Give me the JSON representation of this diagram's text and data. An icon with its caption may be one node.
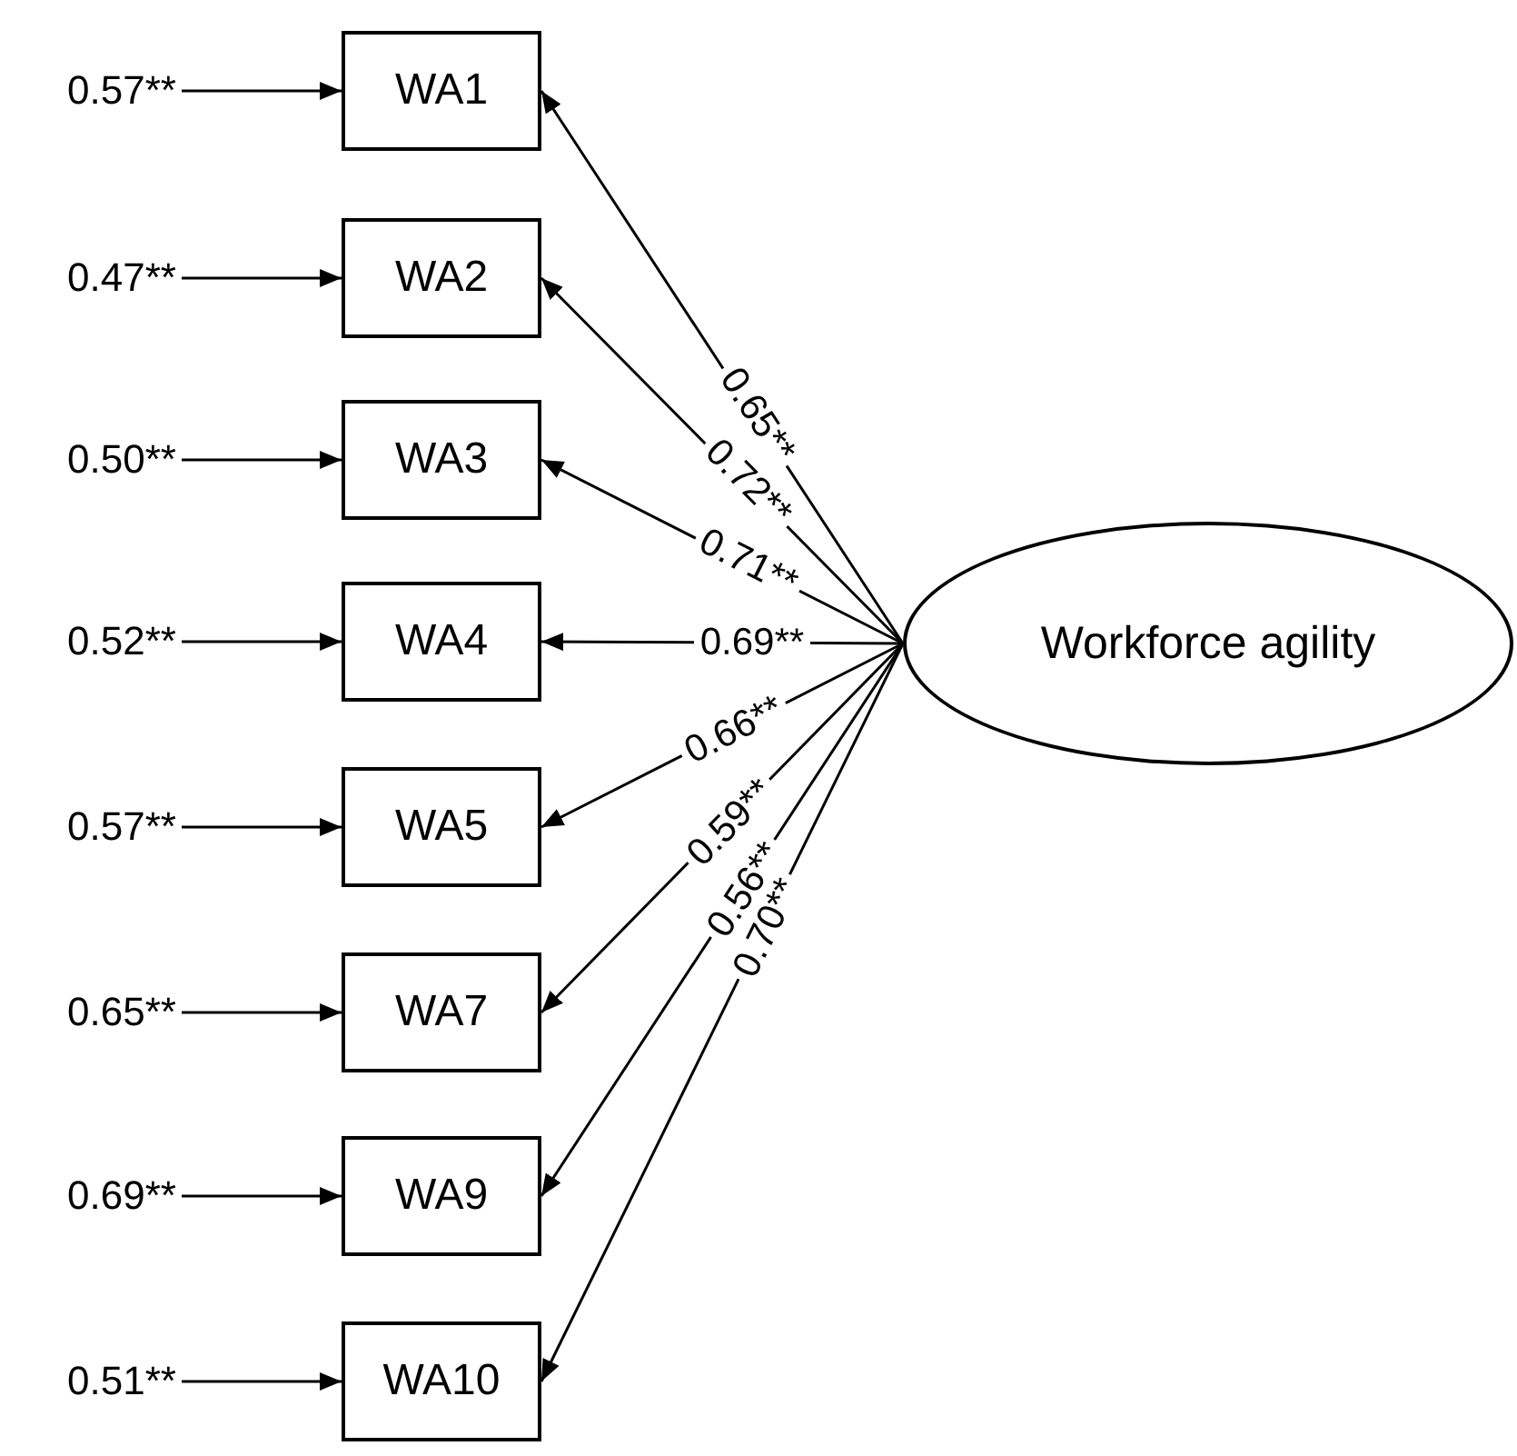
{
  "diagram": {
    "nodes": [
      {
        "text": [
          "0.57**"
        ]
      },
      {
        "text": [
          "WA1"
        ]
      },
      {
        "text": [
          "0.47**"
        ]
      },
      {
        "text": [
          "WA2"
        ]
      },
      {
        "text": [
          "0.50**"
        ]
      },
      {
        "text": [
          "WA3"
        ]
      },
      {
        "text": [
          "0.52**"
        ]
      },
      {
        "text": [
          "WA4"
        ]
      },
      {
        "text": [
          "0.57**"
        ]
      },
      {
        "text": [
          "WA5"
        ]
      },
      {
        "text": [
          "0.65**"
        ]
      },
      {
        "text": [
          "WA7"
        ]
      },
      {
        "text": [
          "0.69**"
        ]
      },
      {
        "text": [
          "WA9"
        ]
      },
      {
        "text": [
          "0.51**"
        ]
      },
      {
        "text": [
          "WA10"
        ]
      },
      {
        "text": [
          "Workforce agility"
        ]
      }
    ],
    "edges": [
      {
        "from": 0,
        "to": 1,
        "arrow": "to"
      },
      {
        "from": 2,
        "to": 3,
        "arrow": "to"
      },
      {
        "from": 4,
        "to": 5,
        "arrow": "to"
      },
      {
        "from": 6,
        "to": 7,
        "arrow": "to"
      },
      {
        "from": 8,
        "to": 9,
        "arrow": "to"
      },
      {
        "from": 10,
        "to": 11,
        "arrow": "to"
      },
      {
        "from": 12,
        "to": 13,
        "arrow": "to"
      },
      {
        "from": 14,
        "to": 15,
        "arrow": "to"
      },
      {
        "from": 16,
        "to": 1,
        "arrow": "to",
        "label": "0.65**"
      },
      {
        "from": 16,
        "to": 3,
        "arrow": "to",
        "label": "0.72**"
      },
      {
        "from": 16,
        "to": 5,
        "arrow": "to",
        "label": "0.71**"
      },
      {
        "from": 16,
        "to": 7,
        "arrow": "to",
        "label": "0.69**"
      },
      {
        "from": 16,
        "to": 9,
        "arrow": "to",
        "label": "0.66**"
      },
      {
        "from": 16,
        "to": 11,
        "arrow": "to",
        "label": "0.59**"
      },
      {
        "from": 16,
        "to": 13,
        "arrow": "to",
        "label": "0.56**"
      },
      {
        "from": 16,
        "to": 15,
        "arrow": "to",
        "label": "0.70**"
      }
    ]
  }
}
